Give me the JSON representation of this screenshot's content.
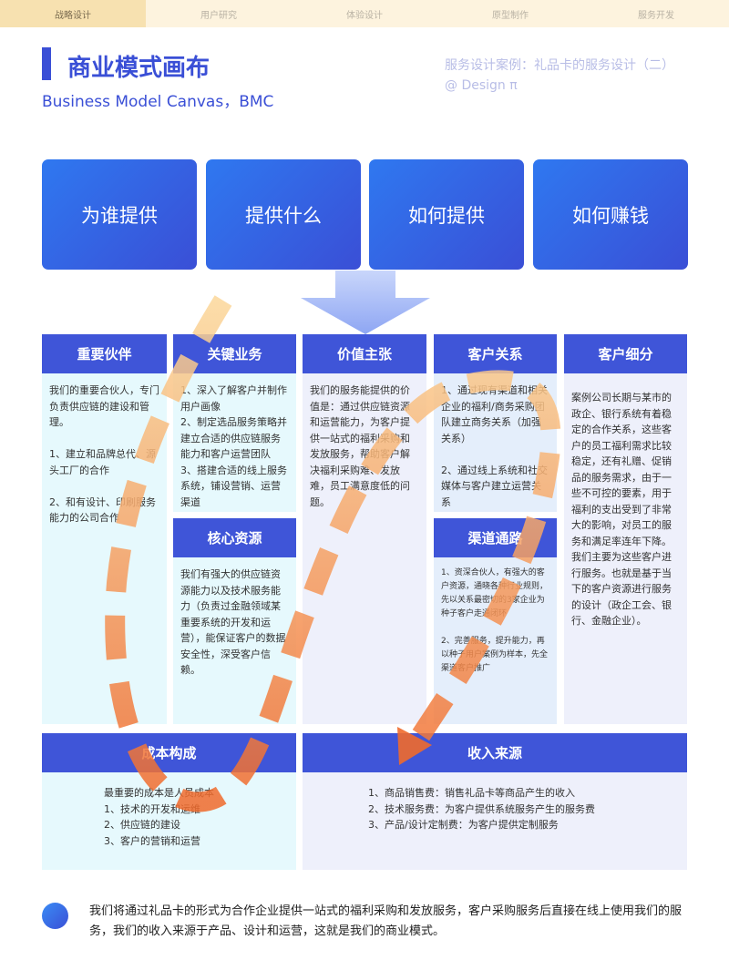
{
  "nav": [
    "战略设计",
    "用户研究",
    "体验设计",
    "原型制作",
    "服务开发"
  ],
  "header": {
    "title": "商业模式画布",
    "subtitle": "Business Model Canvas，BMC",
    "case_title": "服务设计案例：礼品卡的服务设计（二）",
    "author": "@ Design π"
  },
  "questions": [
    "为谁提供",
    "提供什么",
    "如何提供",
    "如何赚钱"
  ],
  "blocks": {
    "partners": {
      "title": "重要伙伴",
      "body": "我们的重要合伙人，专门负责供应链的建设和管理。\n\n1、建立和品牌总代、源头工厂的合作\n\n2、和有设计、印刷服务能力的公司合作"
    },
    "activities": {
      "title": "关键业务",
      "body": "1、深入了解客户并制作用户画像\n2、制定选品服务策略并建立合适的供应链服务能力和客户运营团队\n3、搭建合适的线上服务系统，铺设营销、运营渠道"
    },
    "resources": {
      "title": "核心资源",
      "body": "我们有强大的供应链资源能力以及技术服务能力（负责过金融领域某重要系统的开发和运营），能保证客户的数据安全性，深受客户信赖。"
    },
    "value": {
      "title": "价值主张",
      "body": "我们的服务能提供的价值是：通过供应链资源和运营能力，为客户提供一站式的福利采购和发放服务，帮助客户解决福利采购难、发放难，员工满意度低的问题。"
    },
    "relations": {
      "title": "客户关系",
      "body": "1、通过现有渠道和相关企业的福利/商务采购团队建立商务关系（加强关系）\n\n2、通过线上系统和社交媒体与客户建立运营关系"
    },
    "channels": {
      "title": "渠道通路",
      "body": "1、资深合伙人，有强大的客户资源，通晓各种行业规则，先以关系最密切的3家企业为种子客户走通闭环\n\n2、完善服务，提升能力，再以种子用户案例为样本，先全渠道客户推广"
    },
    "segments": {
      "title": "客户细分",
      "body": "案例公司长期与某市的政企、银行系统有着稳定的合作关系，这些客户的员工福利需求比较稳定，还有礼赠、促销品的服务需求，由于一些不可控的要素，用于福利的支出受到了非常大的影响，对员工的服务和满足率连年下降。我们主要为这些客户进行服务。也就是基于当下的客户资源进行服务的设计（政企工会、银行、金融企业）。"
    },
    "costs": {
      "title": "成本构成",
      "body": "最重要的成本是人员成本\n1、技术的开发和运维\n2、供应链的建设\n3、客户的营销和运营"
    },
    "revenue": {
      "title": "收入来源",
      "body": "1、商品销售费：销售礼品卡等商品产生的收入\n2、技术服务费：为客户提供系统服务产生的服务费\n3、产品/设计定制费：为客户提供定制服务"
    }
  },
  "footer": "我们将通过礼品卡的形式为合作企业提供一站式的福利采购和发放服务，客户采购服务后直接在线上使用我们的服务，我们的收入来源于产品、设计和运营，这就是我们的商业模式。"
}
